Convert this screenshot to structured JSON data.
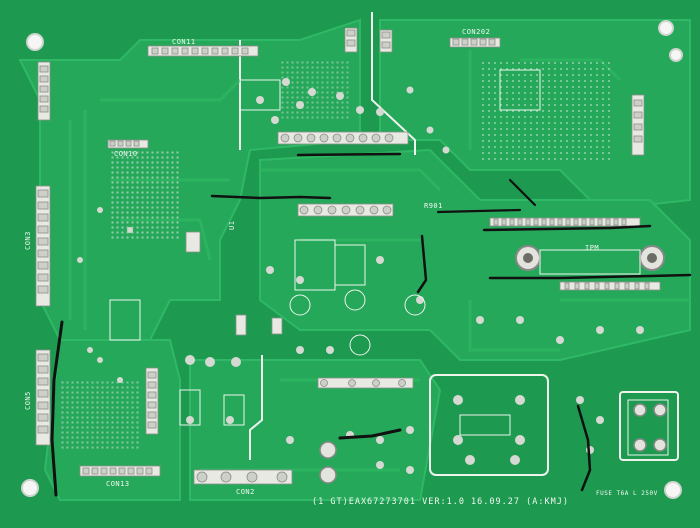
{
  "board": {
    "version_line": "(1 GT)EAX67273701 VER:1.0 16.09.27 (A:KMJ)",
    "connectors": {
      "con11": "CON11",
      "con202": "CON202",
      "con10": "CON10",
      "con13": "CON13",
      "con2": "CON2",
      "con_left": "CON3",
      "con_left2": "CON5"
    },
    "small_marks": {
      "ipm": "IPM",
      "u1": "U1",
      "r901": "R901",
      "fuse": "FUSE T6A L 250V"
    }
  },
  "colors": {
    "board": "#1d9a4f",
    "trace": "#2bb15e",
    "silk": "#f3f7f3",
    "pad": "#c9ccc4",
    "wire": "#111111"
  }
}
